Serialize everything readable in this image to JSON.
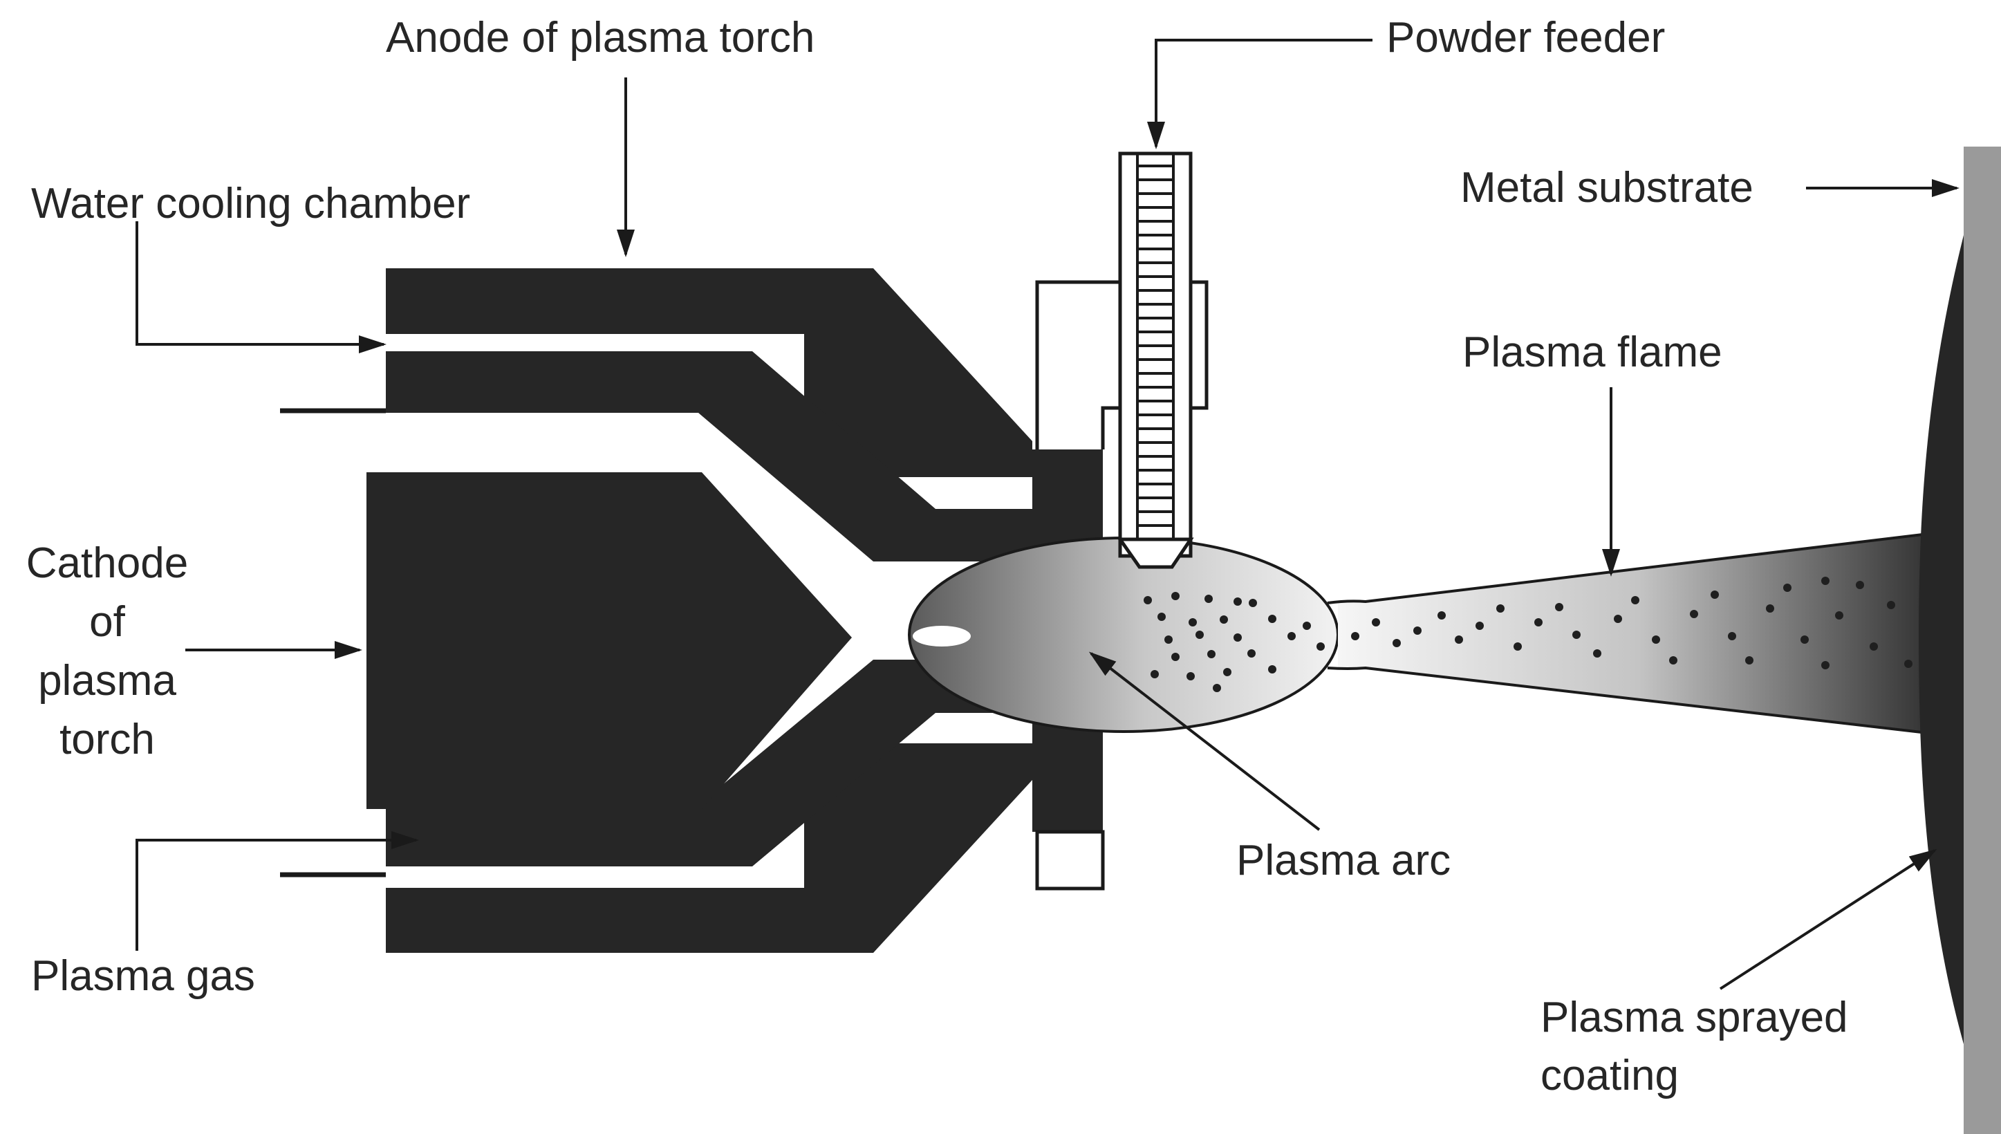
{
  "labels": {
    "anode": "Anode of plasma torch",
    "powder_feeder": "Powder feeder",
    "water_cooling": "Water cooling chamber",
    "metal_substrate": "Metal substrate",
    "plasma_flame": "Plasma flame",
    "cathode": [
      "Cathode",
      "of",
      "plasma",
      "torch"
    ],
    "plasma_arc": "Plasma arc",
    "plasma_gas": "Plasma gas",
    "sprayed_coating": [
      "Plasma sprayed",
      "coating"
    ]
  },
  "colors": {
    "metal": "#262626",
    "line": "#1a1a1a",
    "substrate": "#9a9a9a",
    "flame_light": "#f2f2f2",
    "flame_dark": "#555555"
  }
}
